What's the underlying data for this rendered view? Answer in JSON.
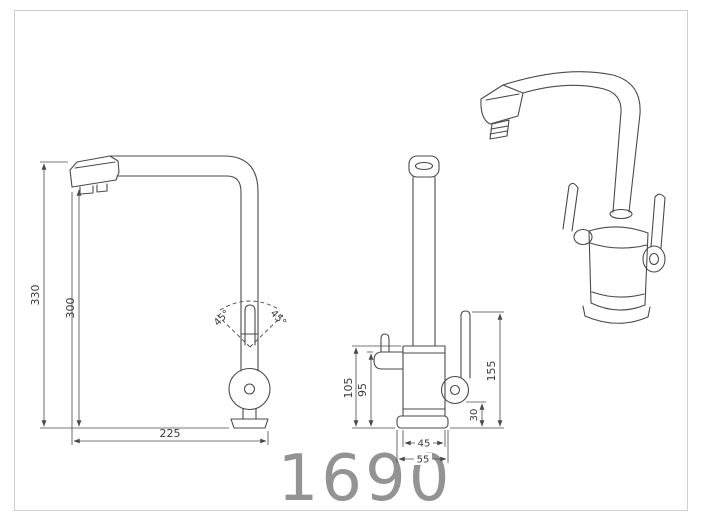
{
  "watermark": "1690",
  "colors": {
    "line": "#4a4a4a",
    "frame": "#cfcfcf",
    "watermark": "#e3e3e3",
    "dimension_text": "#3b3b3b"
  },
  "side_view": {
    "height_total_mm": "330",
    "height_spout_mm": "300",
    "reach_mm": "225",
    "swivel_left": "45°",
    "swivel_right": "45°"
  },
  "front_view": {
    "body_height_mm": "105",
    "left_handle_height_mm": "95",
    "right_handle_height_mm": "155",
    "flange_height_mm": "30",
    "body_width_mm": "45",
    "base_width_mm": "55"
  }
}
